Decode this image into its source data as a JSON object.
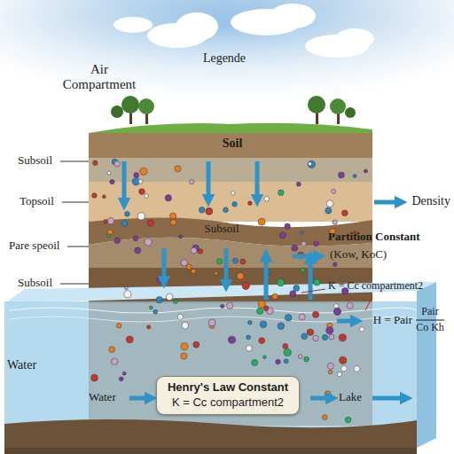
{
  "diagram": {
    "nodes": [
      {
        "text": [
          "Henry's Law Constant",
          "K = Cc compartment2"
        ]
      }
    ],
    "labels": [
      "Air Compartment",
      "Legende",
      "Soil",
      "Subsoil",
      "Topsoil",
      "Subsoil",
      "Pare speoil",
      "Subsoil",
      "Density",
      "Partition Constant",
      "(Kow, KoC)",
      "K = Cc compartment2",
      "H = Pair",
      "Pair",
      "Co Kh",
      "Water",
      "Water",
      "Lake"
    ]
  }
}
